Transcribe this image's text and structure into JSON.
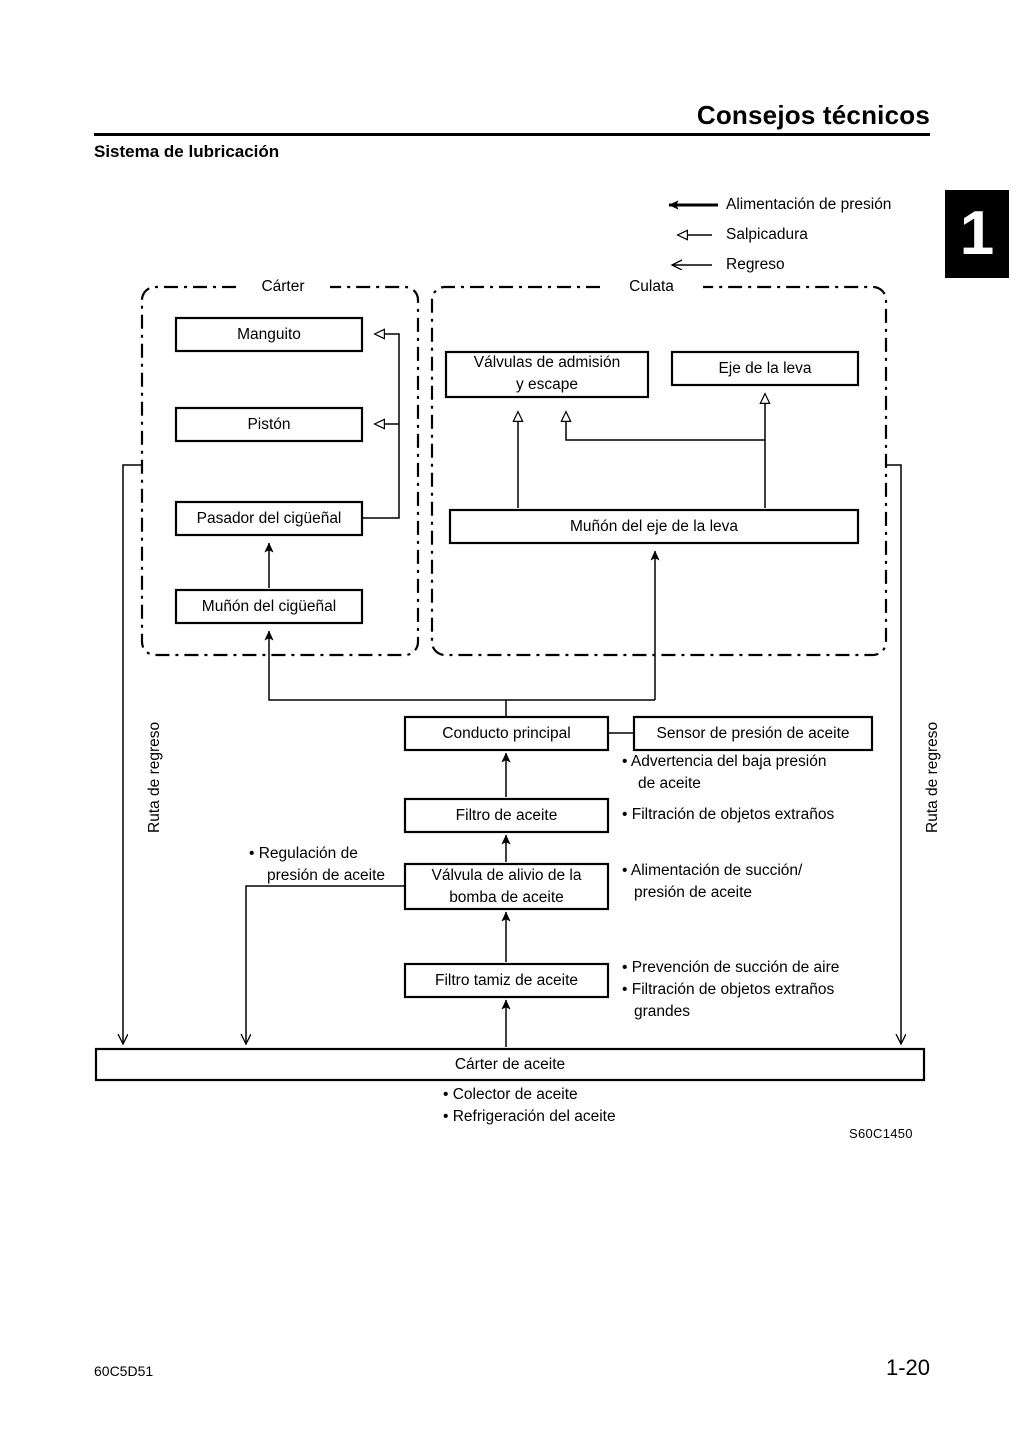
{
  "header": {
    "chapter_title": "Consejos técnicos",
    "section_title": "Sistema de lubricación",
    "chapter_number": "1"
  },
  "legend": {
    "items": [
      {
        "label": "Alimentación de presión",
        "arrow": "solid-filled-arrow",
        "icon_name": "pressure-feed-arrow-icon"
      },
      {
        "label": "Salpicadura",
        "arrow": "hollow-triangle-arrow",
        "icon_name": "splash-arrow-icon"
      },
      {
        "label": "Regreso",
        "arrow": "thin-line-arrow",
        "icon_name": "return-arrow-icon"
      }
    ]
  },
  "diagram": {
    "groups": [
      {
        "id": "carter",
        "label": "Cárter"
      },
      {
        "id": "culata",
        "label": "Culata"
      }
    ],
    "boxes": {
      "manguito": "Manguito",
      "piston": "Pistón",
      "pasador": "Pasador del cigüeñal",
      "munon_ciguenal": "Muñón del cigüeñal",
      "valvulas": "Válvulas de admisión\ny escape",
      "valvulas_l1": "Válvulas de admisión",
      "valvulas_l2": "y escape",
      "eje_leva": "Eje de la leva",
      "munon_leva": "Muñón del eje de la leva",
      "conducto": "Conducto principal",
      "sensor": "Sensor de presión de aceite",
      "filtro_aceite": "Filtro de aceite",
      "valvula_alivio_l1": "Válvula de alivio de la",
      "valvula_alivio_l2": "bomba de aceite",
      "filtro_tamiz": "Filtro tamiz de aceite",
      "carter_aceite": "Cárter de aceite"
    },
    "side_notes": {
      "sensor_notes_l1": "• Advertencia del baja presión",
      "sensor_notes_l2": "de aceite",
      "filtro_note": "• Filtración de objetos extraños",
      "valvula_note_l1": "• Alimentación de succión/",
      "valvula_note_l2": "presión de aceite",
      "tamiz_note_l1": "• Prevención de succión de aire",
      "tamiz_note_l2": "• Filtración de objetos extraños",
      "tamiz_note_l3": "grandes",
      "regulacion_l1": "• Regulación de",
      "regulacion_l2": "presión de aceite",
      "carter_note_l1": "• Colector de aceite",
      "carter_note_l2": "• Refrigeración del aceite"
    },
    "path_labels": {
      "return_left": "Ruta de regreso",
      "return_right": "Ruta de regreso"
    },
    "figure_code": "S60C1450"
  },
  "footer": {
    "doc_code": "60C5D51",
    "page_number": "1-20"
  },
  "colors": {
    "ink": "#000000",
    "paper": "#ffffff",
    "tab": "#000000",
    "tab_text": "#ffffff"
  }
}
